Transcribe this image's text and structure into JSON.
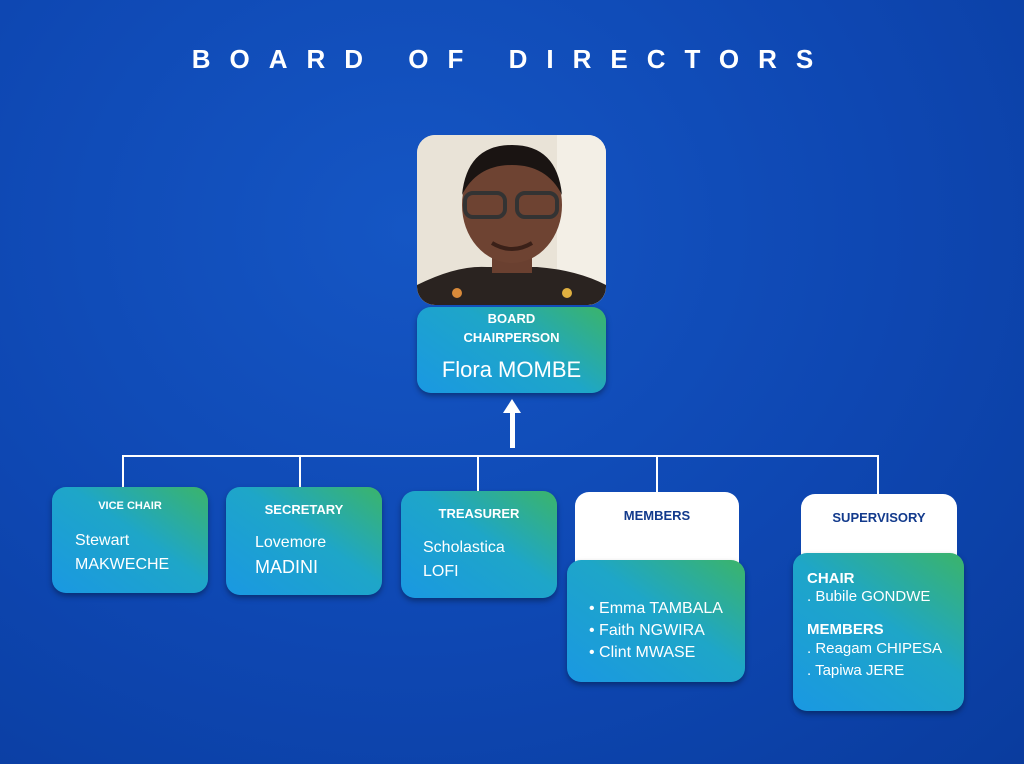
{
  "title": "BOARD OF DIRECTORS",
  "chair": {
    "role_line1": "BOARD",
    "role_line2": "CHAIRPERSON",
    "name": "Flora MOMBE"
  },
  "vice_chair": {
    "role": "VICE CHAIR",
    "first": "Stewart",
    "last": "MAKWECHE"
  },
  "secretary": {
    "role": "SECRETARY",
    "first": "Lovemore",
    "last": "MADINI"
  },
  "treasurer": {
    "role": "TREASURER",
    "first": "Scholastica",
    "last": "LOFI"
  },
  "members": {
    "role": "MEMBERS",
    "items": [
      "• Emma TAMBALA",
      "• Faith NGWIRA",
      "• Clint MWASE"
    ]
  },
  "supervisory": {
    "role": "SUPERVISORY",
    "chair_label": "CHAIR",
    "chair": ". Bubile GONDWE",
    "members_label": "MEMBERS",
    "members": [
      ". Reagam CHIPESA",
      ". Tapiwa JERE"
    ]
  }
}
